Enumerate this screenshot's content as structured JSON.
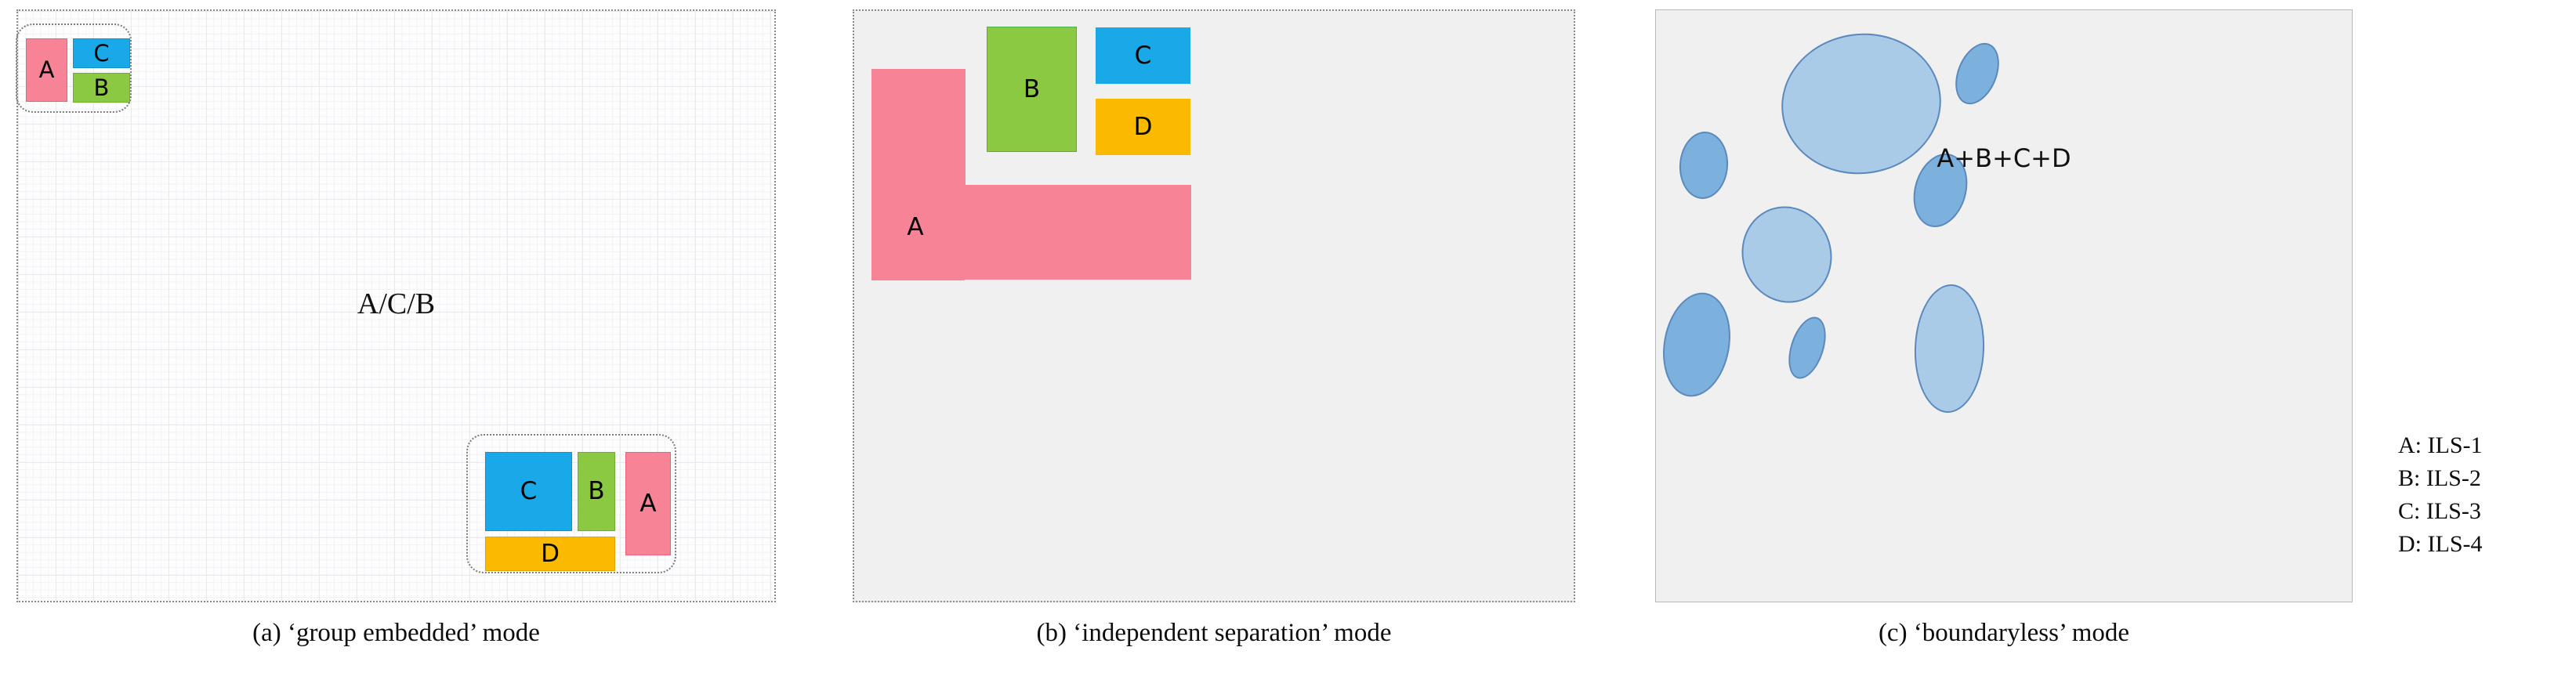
{
  "figure": {
    "panels": [
      {
        "id": "a",
        "caption": "(a) ‘group embedded’  mode",
        "center_label": "A/C/B",
        "style": "grid-paper",
        "groups": [
          {
            "id": "top-left",
            "blocks": [
              {
                "label": "A",
                "color": "#f78397",
                "border": "#ef5f78"
              },
              {
                "label": "C",
                "color": "#19a8e8",
                "border": "#0f93cf"
              },
              {
                "label": "B",
                "color": "#8bc942",
                "border": "#6fae2c"
              }
            ]
          },
          {
            "id": "bottom-right",
            "blocks": [
              {
                "label": "C",
                "color": "#19a8e8",
                "border": "#0f93cf"
              },
              {
                "label": "B",
                "color": "#8bc942",
                "border": "#6fae2c"
              },
              {
                "label": "A",
                "color": "#f78397",
                "border": "#ef5f78"
              },
              {
                "label": "D",
                "color": "#fbba00",
                "border": "#e0a400"
              }
            ]
          }
        ]
      },
      {
        "id": "b",
        "caption": "(b) ‘independent separation’ mode",
        "style": "flat-gray",
        "blocks": [
          {
            "label": "A",
            "color": "#f78397",
            "border": "#f78397",
            "shape": "L-polygon"
          },
          {
            "label": "B",
            "color": "#8bc942",
            "border": "#4cae4c",
            "shape": "rect"
          },
          {
            "label": "C",
            "color": "#19a8e8",
            "border": "#19a8e8",
            "shape": "rect"
          },
          {
            "label": "D",
            "color": "#fbba00",
            "border": "#fbba00",
            "shape": "rect"
          }
        ]
      },
      {
        "id": "c",
        "caption": "(c) ‘boundaryless’ mode",
        "center_label": "A+B+C+D",
        "style": "flat-gray",
        "ellipse_fill_light": "#a9cbe8",
        "ellipse_fill_mid": "#7cb0dd",
        "ellipse_stroke": "#5b89bd",
        "ellipses": [
          {
            "id": "e1",
            "tone": "light"
          },
          {
            "id": "e2",
            "tone": "mid"
          },
          {
            "id": "e3",
            "tone": "mid"
          },
          {
            "id": "e4",
            "tone": "mid"
          },
          {
            "id": "e5",
            "tone": "light"
          },
          {
            "id": "e6",
            "tone": "mid"
          },
          {
            "id": "e7",
            "tone": "mid"
          },
          {
            "id": "e8",
            "tone": "light"
          }
        ]
      }
    ],
    "legend": [
      "A: ILS-1",
      "B: ILS-2",
      "C: ILS-3",
      "D: ILS-4"
    ],
    "colors": {
      "red": "#f78397",
      "green": "#8bc942",
      "blue": "#19a8e8",
      "yellow": "#fbba00",
      "panel_gray": "#f0f0f0",
      "grid_line": "#e9e9ee",
      "ellipse_light": "#a9cbe8",
      "ellipse_mid": "#7cb0dd"
    }
  }
}
